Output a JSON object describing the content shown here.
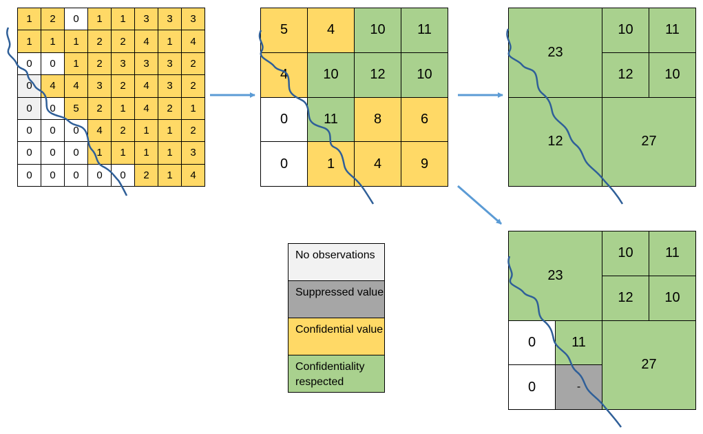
{
  "colors": {
    "none": "#ffffff",
    "suppressed": "#a6a6a6",
    "confidential": "#ffd966",
    "respected": "#a9d18e",
    "arrow": "#5b9bd5",
    "river": "#2f5f98",
    "lightgray": "#f0f0f0"
  },
  "legend": [
    {
      "label": "No observations",
      "status": "none"
    },
    {
      "label": "Suppressed value",
      "status": "suppressed"
    },
    {
      "label": "Confidential value",
      "status": "confidential"
    },
    {
      "label": "Confidentiality respected",
      "status": "respected"
    }
  ],
  "grid8": {
    "values": [
      [
        1,
        2,
        0,
        1,
        1,
        3,
        3,
        3
      ],
      [
        1,
        1,
        1,
        2,
        2,
        4,
        1,
        4
      ],
      [
        0,
        0,
        1,
        2,
        3,
        3,
        3,
        2
      ],
      [
        0,
        4,
        4,
        3,
        2,
        4,
        3,
        2
      ],
      [
        0,
        0,
        5,
        2,
        1,
        4,
        2,
        1
      ],
      [
        0,
        0,
        0,
        4,
        2,
        1,
        1,
        2
      ],
      [
        0,
        0,
        0,
        1,
        1,
        1,
        1,
        3
      ],
      [
        0,
        0,
        0,
        0,
        0,
        2,
        1,
        4
      ]
    ],
    "status": [
      [
        "c",
        "c",
        "n",
        "c",
        "c",
        "c",
        "c",
        "c"
      ],
      [
        "c",
        "c",
        "c",
        "c",
        "c",
        "c",
        "c",
        "c"
      ],
      [
        "n",
        "n",
        "c",
        "c",
        "c",
        "c",
        "c",
        "c"
      ],
      [
        "l",
        "c",
        "c",
        "c",
        "c",
        "c",
        "c",
        "c"
      ],
      [
        "l",
        "n",
        "c",
        "c",
        "c",
        "c",
        "c",
        "c"
      ],
      [
        "n",
        "n",
        "n",
        "c",
        "c",
        "c",
        "c",
        "c"
      ],
      [
        "n",
        "n",
        "n",
        "c",
        "c",
        "c",
        "c",
        "c"
      ],
      [
        "n",
        "n",
        "n",
        "n",
        "n",
        "c",
        "c",
        "c"
      ]
    ]
  },
  "grid4": {
    "values": [
      [
        5,
        4,
        10,
        11
      ],
      [
        4,
        10,
        12,
        10
      ],
      [
        0,
        11,
        8,
        6
      ],
      [
        0,
        1,
        4,
        9
      ]
    ],
    "status": [
      [
        "c",
        "c",
        "r",
        "r"
      ],
      [
        "c",
        "r",
        "r",
        "r"
      ],
      [
        "n",
        "r",
        "c",
        "c"
      ],
      [
        "n",
        "c",
        "c",
        "c"
      ]
    ]
  },
  "grid_top_right": [
    {
      "v": "23",
      "s": "r",
      "r": 0,
      "c": 0,
      "w": 2,
      "h": 2
    },
    {
      "v": "10",
      "s": "r",
      "r": 0,
      "c": 2,
      "w": 1,
      "h": 1
    },
    {
      "v": "11",
      "s": "r",
      "r": 0,
      "c": 3,
      "w": 1,
      "h": 1
    },
    {
      "v": "12",
      "s": "r",
      "r": 1,
      "c": 2,
      "w": 1,
      "h": 1
    },
    {
      "v": "10",
      "s": "r",
      "r": 1,
      "c": 3,
      "w": 1,
      "h": 1
    },
    {
      "v": "12",
      "s": "r",
      "r": 2,
      "c": 0,
      "w": 2,
      "h": 2
    },
    {
      "v": "27",
      "s": "r",
      "r": 2,
      "c": 2,
      "w": 2,
      "h": 2
    }
  ],
  "grid_bottom_right": [
    {
      "v": "23",
      "s": "r",
      "r": 0,
      "c": 0,
      "w": 2,
      "h": 2
    },
    {
      "v": "10",
      "s": "r",
      "r": 0,
      "c": 2,
      "w": 1,
      "h": 1
    },
    {
      "v": "11",
      "s": "r",
      "r": 0,
      "c": 3,
      "w": 1,
      "h": 1
    },
    {
      "v": "12",
      "s": "r",
      "r": 1,
      "c": 2,
      "w": 1,
      "h": 1
    },
    {
      "v": "10",
      "s": "r",
      "r": 1,
      "c": 3,
      "w": 1,
      "h": 1
    },
    {
      "v": "0",
      "s": "n",
      "r": 2,
      "c": 0,
      "w": 1,
      "h": 1
    },
    {
      "v": "11",
      "s": "r",
      "r": 2,
      "c": 1,
      "w": 1,
      "h": 1
    },
    {
      "v": "0",
      "s": "n",
      "r": 3,
      "c": 0,
      "w": 1,
      "h": 1
    },
    {
      "v": "-",
      "s": "s",
      "r": 3,
      "c": 1,
      "w": 1,
      "h": 1
    },
    {
      "v": "27",
      "s": "r",
      "r": 2,
      "c": 2,
      "w": 2,
      "h": 2
    }
  ]
}
